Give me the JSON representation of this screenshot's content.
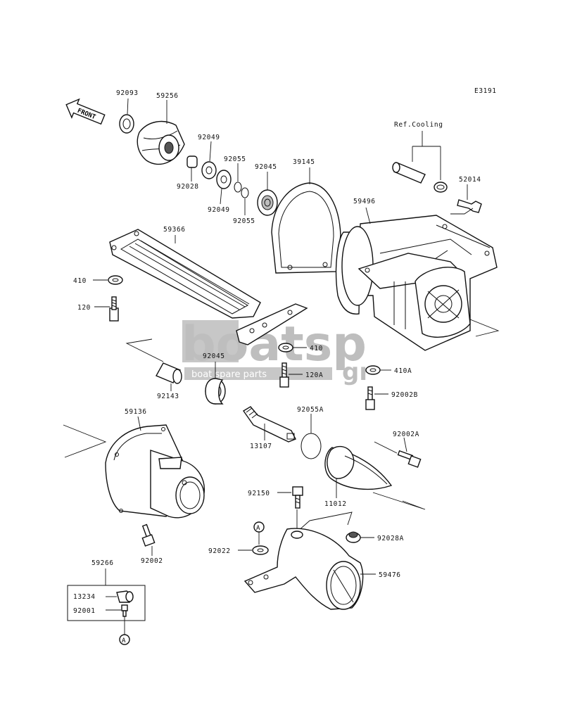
{
  "diagram": {
    "code": "E3191",
    "front_label": "FRONT",
    "ref_label": "Ref.Cooling",
    "circle_marker": "A"
  },
  "watermark": {
    "main": "boatsp",
    "suffix": "gr",
    "subtitle": "boat spare parts"
  },
  "parts": [
    {
      "id": "92093"
    },
    {
      "id": "59256"
    },
    {
      "id": "92049"
    },
    {
      "id": "92055"
    },
    {
      "id": "92045"
    },
    {
      "id": "39145"
    },
    {
      "id": "92028"
    },
    {
      "id": "92049b",
      "text": "92049"
    },
    {
      "id": "92055b",
      "text": "92055"
    },
    {
      "id": "52014"
    },
    {
      "id": "59496"
    },
    {
      "id": "59366"
    },
    {
      "id": "410"
    },
    {
      "id": "120"
    },
    {
      "id": "410b",
      "text": "410"
    },
    {
      "id": "92045b",
      "text": "92045"
    },
    {
      "id": "120A"
    },
    {
      "id": "410A"
    },
    {
      "id": "92143"
    },
    {
      "id": "92002B"
    },
    {
      "id": "59136"
    },
    {
      "id": "92055A"
    },
    {
      "id": "92002A"
    },
    {
      "id": "13107"
    },
    {
      "id": "92150"
    },
    {
      "id": "11012"
    },
    {
      "id": "92028A"
    },
    {
      "id": "92022"
    },
    {
      "id": "92002"
    },
    {
      "id": "59266"
    },
    {
      "id": "59476"
    },
    {
      "id": "13234"
    },
    {
      "id": "92001"
    }
  ]
}
